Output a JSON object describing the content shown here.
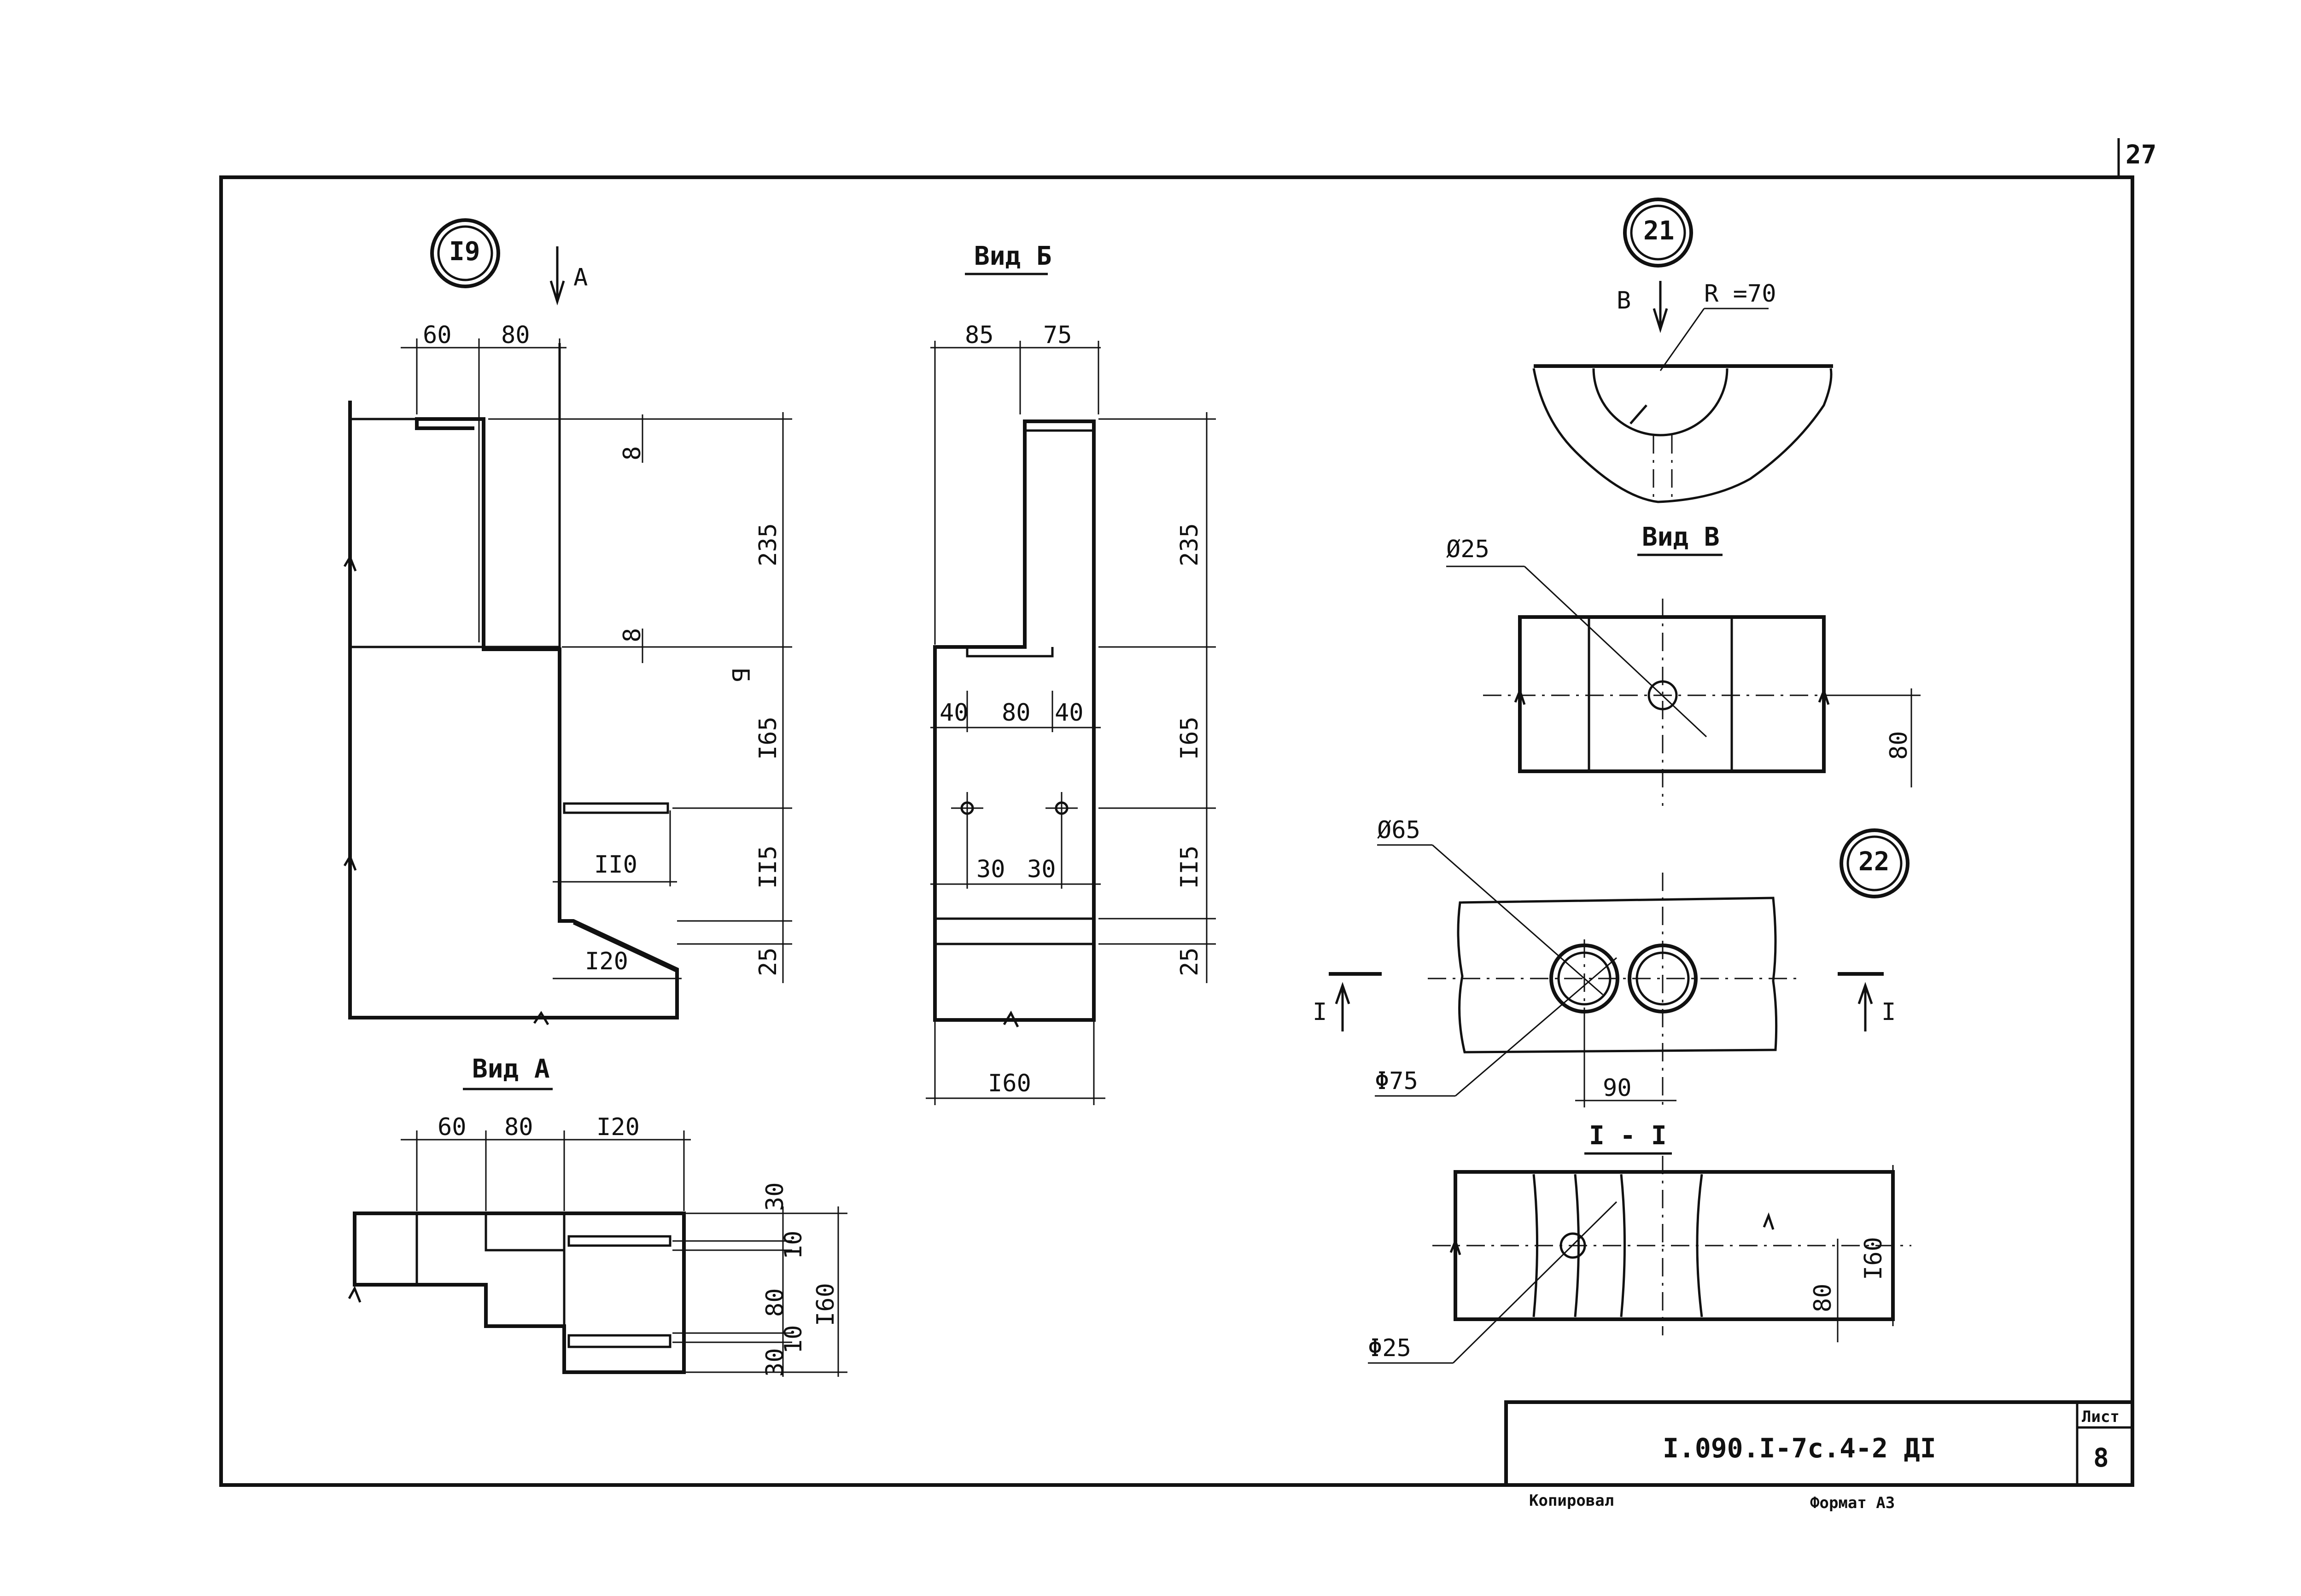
{
  "sheet": {
    "page_number": "27",
    "document_code": "I.090.I-7c.4-2 ДI",
    "sheet_label": "Лист",
    "sheet_number": "8",
    "copied_label": "Копировал",
    "format_label": "Формат A3"
  },
  "detail_19": {
    "marker": "I9",
    "arrow_label": "A",
    "section_label": "Б",
    "top_dims": [
      "60",
      "80"
    ],
    "right_dims": [
      "8",
      "235",
      "8",
      "I65",
      "II5",
      "25"
    ],
    "inner_dims": [
      "II0",
      "I20"
    ]
  },
  "view_a": {
    "title": "Вид A",
    "top_dims": [
      "60",
      "80",
      "I20"
    ],
    "right_dims": [
      "30",
      "10",
      "80",
      "10",
      "30"
    ],
    "overall_dim": "I60"
  },
  "view_b": {
    "title": "Вид Б",
    "top_dims": [
      "85",
      "75"
    ],
    "right_dims": [
      "235",
      "I65",
      "II5",
      "25"
    ],
    "mid_dims": [
      "40",
      "80",
      "40"
    ],
    "hole_dims": [
      "30",
      "30"
    ],
    "bottom_dim": "I60"
  },
  "detail_21": {
    "marker": "21",
    "arrow_label": "B",
    "radius_label": "R =70",
    "view_title": "Вид B",
    "hole_label": "Ø25",
    "height_dim": "80"
  },
  "detail_22": {
    "marker": "22",
    "small_hole_label": "Ø65",
    "large_hole_label": "Φ75",
    "spacing_dim": "90",
    "section_mark": "I",
    "section_title": "I - I",
    "section_hole_label": "Φ25",
    "section_dims": [
      "I60",
      "80"
    ]
  }
}
